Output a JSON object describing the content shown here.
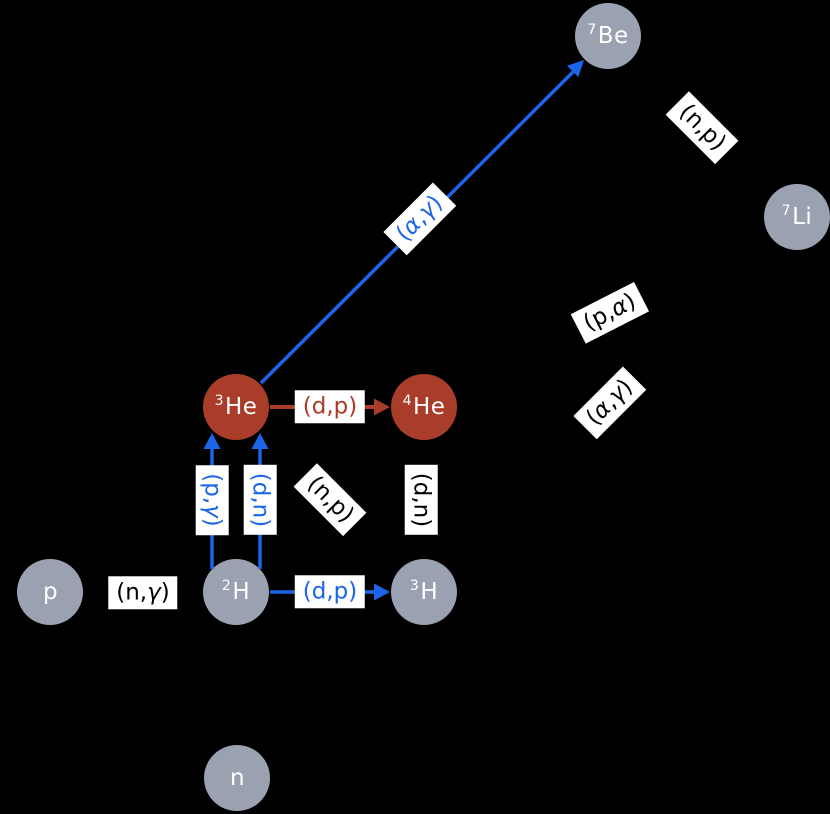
{
  "figure": {
    "description": "Nuclear reaction network diagram",
    "background": "#000000"
  },
  "colors": {
    "node_gray": "#9aa2b2",
    "node_red": "#a93d2a",
    "arrow_blue": "#1c64e8",
    "arrow_red": "#a93d2a",
    "label_background": "#ffffff",
    "label_black_text": "#000000",
    "node_text": "#ffffff"
  },
  "nodes": [
    {
      "mass": "7",
      "symbol": "Be",
      "kind": "gray"
    },
    {
      "mass": "7",
      "symbol": "Li",
      "kind": "gray"
    },
    {
      "mass": "3",
      "symbol": "He",
      "kind": "red"
    },
    {
      "mass": "4",
      "symbol": "He",
      "kind": "red"
    },
    {
      "mass": "",
      "symbol": "p",
      "kind": "gray"
    },
    {
      "mass": "2",
      "symbol": "H",
      "kind": "gray"
    },
    {
      "mass": "3",
      "symbol": "H",
      "kind": "gray"
    },
    {
      "mass": "",
      "symbol": "n",
      "kind": "gray"
    }
  ],
  "reactions": [
    {
      "text": "(n,p)",
      "color": "black"
    },
    {
      "text": "(α,γ)",
      "color": "blue"
    },
    {
      "text": "(p,α)",
      "color": "black"
    },
    {
      "text": "(α,γ)",
      "color": "black"
    },
    {
      "text": "(d,p)",
      "color": "red"
    },
    {
      "text": "(p,γ)",
      "color": "blue"
    },
    {
      "text": "(d,n)",
      "color": "blue"
    },
    {
      "text": "(n,p)",
      "color": "black"
    },
    {
      "text": "(d,n)",
      "color": "black"
    },
    {
      "text": "(n,γ)",
      "color": "black"
    },
    {
      "text": "(d,p)",
      "color": "blue"
    }
  ],
  "visible_arrows": [
    {
      "from": "3He",
      "to": "7Be",
      "color": "blue"
    },
    {
      "from": "3He",
      "to": "4He",
      "color": "red"
    },
    {
      "from": "2H",
      "to": "3He",
      "color": "blue"
    },
    {
      "from": "2H",
      "to": "3He",
      "color": "blue"
    },
    {
      "from": "2H",
      "to": "3H",
      "color": "blue"
    }
  ]
}
